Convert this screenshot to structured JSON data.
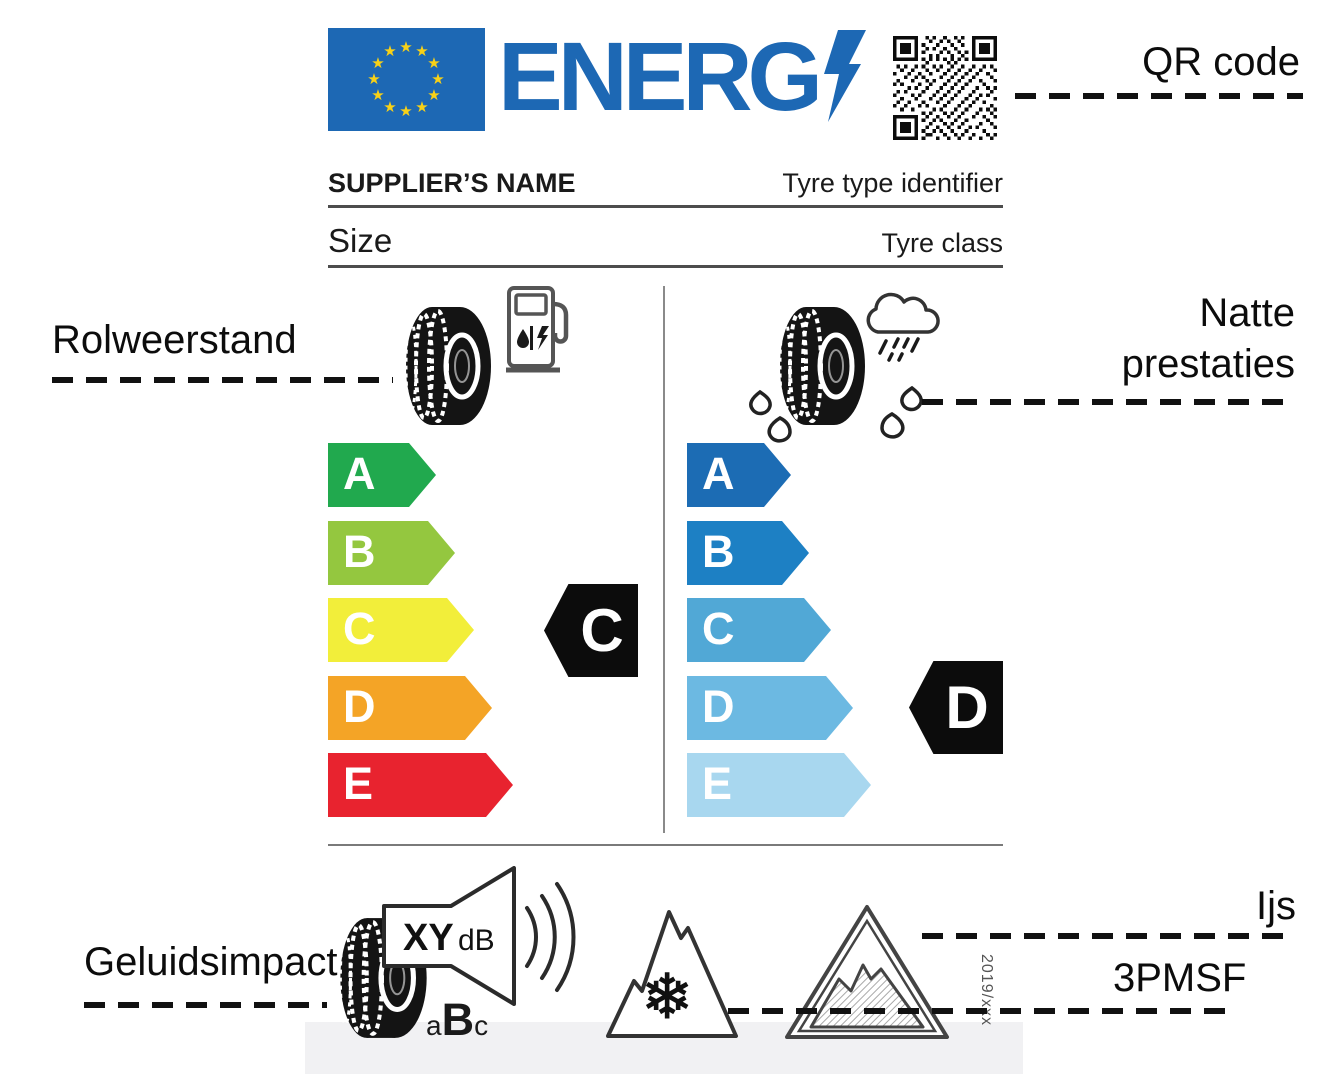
{
  "header": {
    "energy_logo_text": "ENERG",
    "supplier_name": "SUPPLIER’S NAME",
    "tyre_type_identifier": "Tyre type identifier",
    "size_label": "Size",
    "tyre_class_label": "Tyre class"
  },
  "rolling_resistance": {
    "grades": [
      "A",
      "B",
      "C",
      "D",
      "E"
    ],
    "rating": "C",
    "bar_colors": [
      "#21a94e",
      "#94c73f",
      "#f2ee3a",
      "#f4a426",
      "#e8232f"
    ]
  },
  "wet_grip": {
    "grades": [
      "A",
      "B",
      "C",
      "D",
      "E"
    ],
    "rating": "D",
    "bar_colors": [
      "#1c6cb4",
      "#1d80c4",
      "#51a8d6",
      "#6cb9e2",
      "#a8d7ef"
    ]
  },
  "noise": {
    "value_placeholder": "XY",
    "unit": "dB",
    "class_letters": [
      "a",
      "B",
      "c"
    ]
  },
  "winter": {
    "regulation_ref": "2019/xxx",
    "snowflake_glyph": "❄"
  },
  "annotations": {
    "qr": "QR code",
    "rolling": "Rolweerstand",
    "wet_line1": "Natte",
    "wet_line2": "prestaties",
    "noise": "Geluidsimpact",
    "ice": "Ijs",
    "snow": "3PMSF"
  },
  "colors": {
    "eu_blue": "#1d68b4",
    "star_yellow": "#f8d117",
    "class_arrow_black": "#0c0c0c"
  }
}
